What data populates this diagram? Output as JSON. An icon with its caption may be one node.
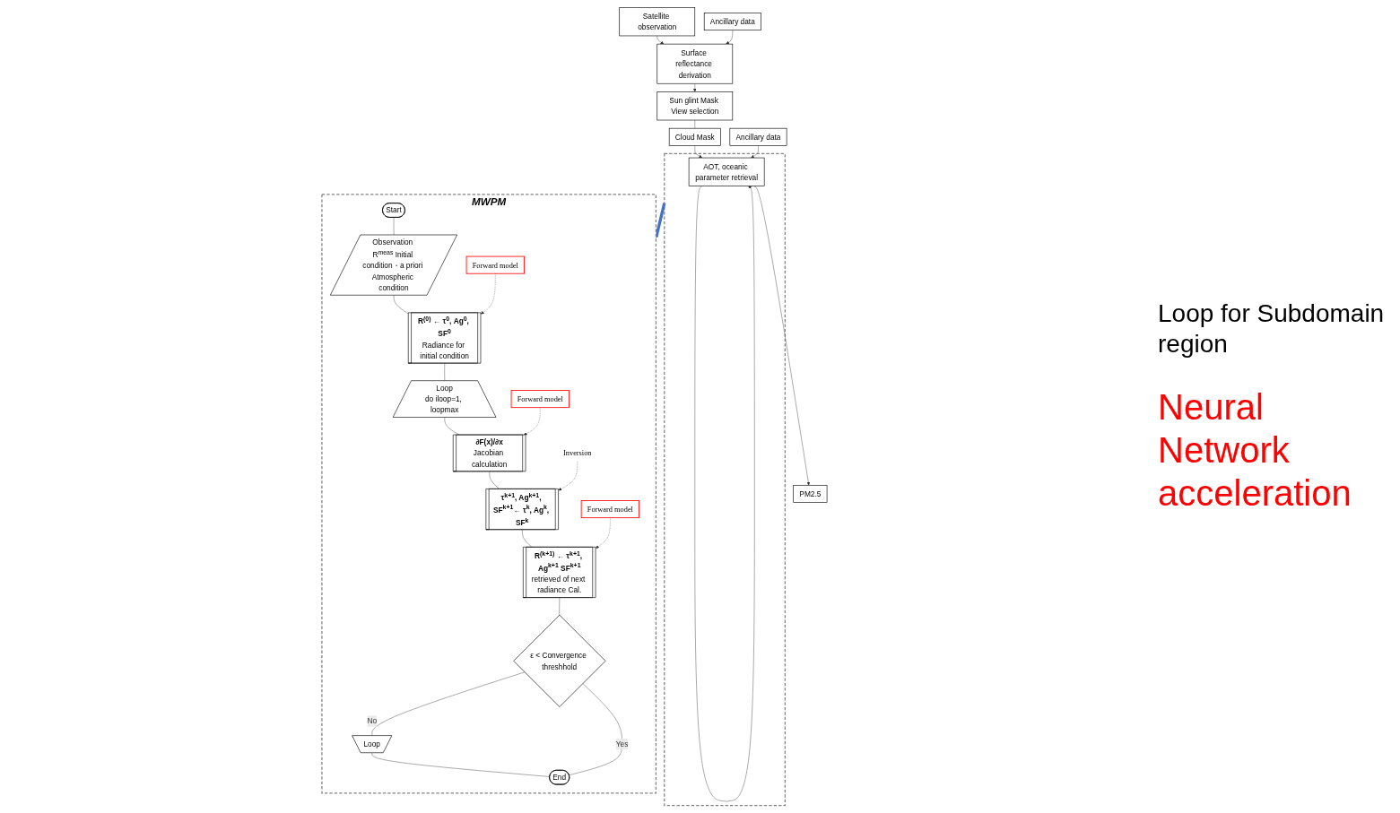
{
  "diagram": {
    "nodes": [
      {
        "text": [
          "Satellite observation"
        ]
      },
      {
        "text": [
          "Ancillary data"
        ]
      },
      {
        "text": [
          "Surface reflectance derivation"
        ]
      },
      {
        "text": [
          "Sun glint Mask View selection"
        ]
      },
      {
        "text": [
          "Cloud Mask"
        ]
      },
      {
        "text": [],
        "shape": "box"
      },
      {
        "text": [
          "AOT, oceanic parameter retrieval"
        ],
        "in": 5
      },
      {
        "text": [
          "Ancillary data"
        ]
      },
      {
        "text": [
          "PM2.5"
        ]
      },
      {
        "text": [
          "MWPM"
        ]
      },
      {
        "text": [
          "Start"
        ],
        "in": 9
      },
      {
        "text": [
          "Observation R$^{meas}$ Initial condition・a priori Atmospheric condition"
        ],
        "in": 9
      },
      {
        "text": [
          "R$^{(0)}$ ← τ$^{0}$, Ag$^{0}$, SF$^{0}$",
          "Radiance for initial condition"
        ],
        "in": 9
      },
      {
        "text": [
          "Forward model"
        ],
        "in": 9
      },
      {
        "text": [
          "Loop",
          "do iloop=1, loopmax"
        ],
        "in": 9
      },
      {
        "text": [
          "∂F(x)/∂x",
          "Jacobian calculation"
        ],
        "in": 9
      },
      {
        "text": [
          "Forward model"
        ],
        "in": 9
      },
      {
        "text": [
          "τ$^{k+1}$, Ag$^{k+1}$, SF$^{k+1}$← τ$^{k}$, Ag$^{k}$, SF$^{k}$"
        ],
        "in": 9
      },
      {
        "text": [
          "Inversion"
        ],
        "in": 9
      },
      {
        "text": [
          "R$^{(k+1)}$ ← τ$^{k+1}$, Ag$^{k+1}$ SF$^{k+1}$",
          "retrieved of next radiance Cal."
        ],
        "in": 9
      },
      {
        "text": [
          "Forward model"
        ],
        "in": 9
      },
      {
        "text": [
          "ε < Convergence threshhold"
        ],
        "in": 9
      },
      {
        "text": [
          "Loop"
        ],
        "in": 9
      },
      {
        "text": [
          "End"
        ],
        "in": 9
      }
    ],
    "edges": [
      {
        "from": 0,
        "to": 2,
        "arrow": "to"
      },
      {
        "from": 1,
        "to": 2,
        "arrow": "to"
      },
      {
        "from": 2,
        "to": 3,
        "arrow": "to"
      },
      {
        "from": 3,
        "to": 4,
        "arrow": "none"
      },
      {
        "from": 4,
        "to": 6,
        "arrow": "to"
      },
      {
        "from": 7,
        "to": 6,
        "arrow": "to"
      },
      {
        "from": 6,
        "to": 8,
        "arrow": "to"
      },
      {
        "from": 6,
        "to": 6,
        "arrow": "to"
      },
      {
        "from": 5,
        "to": 9,
        "arrow": "to",
        "style": "thick",
        "color": "#4472c4"
      },
      {
        "from": 10,
        "to": 11,
        "arrow": "none"
      },
      {
        "from": 11,
        "to": 12,
        "arrow": "none"
      },
      {
        "from": 12,
        "to": 14,
        "arrow": "none"
      },
      {
        "from": 14,
        "to": 15,
        "arrow": "none"
      },
      {
        "from": 15,
        "to": 17,
        "arrow": "none"
      },
      {
        "from": 17,
        "to": 19,
        "arrow": "none"
      },
      {
        "from": 19,
        "to": 21,
        "arrow": "none"
      },
      {
        "from": 21,
        "to": 22,
        "arrow": "none",
        "label": "No"
      },
      {
        "from": 22,
        "to": 23,
        "arrow": "none"
      },
      {
        "from": 21,
        "to": 23,
        "arrow": "none",
        "label": "Yes"
      },
      {
        "from": 13,
        "to": 12,
        "arrow": "to",
        "style": "dashed"
      },
      {
        "from": 16,
        "to": 15,
        "arrow": "to",
        "style": "dashed"
      },
      {
        "from": 18,
        "to": 17,
        "arrow": "to",
        "style": "dashed"
      },
      {
        "from": 20,
        "to": 19,
        "arrow": "to",
        "style": "dashed"
      }
    ],
    "labels": [
      "Loop for Subdomain region",
      "Neural Network acceleration"
    ]
  }
}
